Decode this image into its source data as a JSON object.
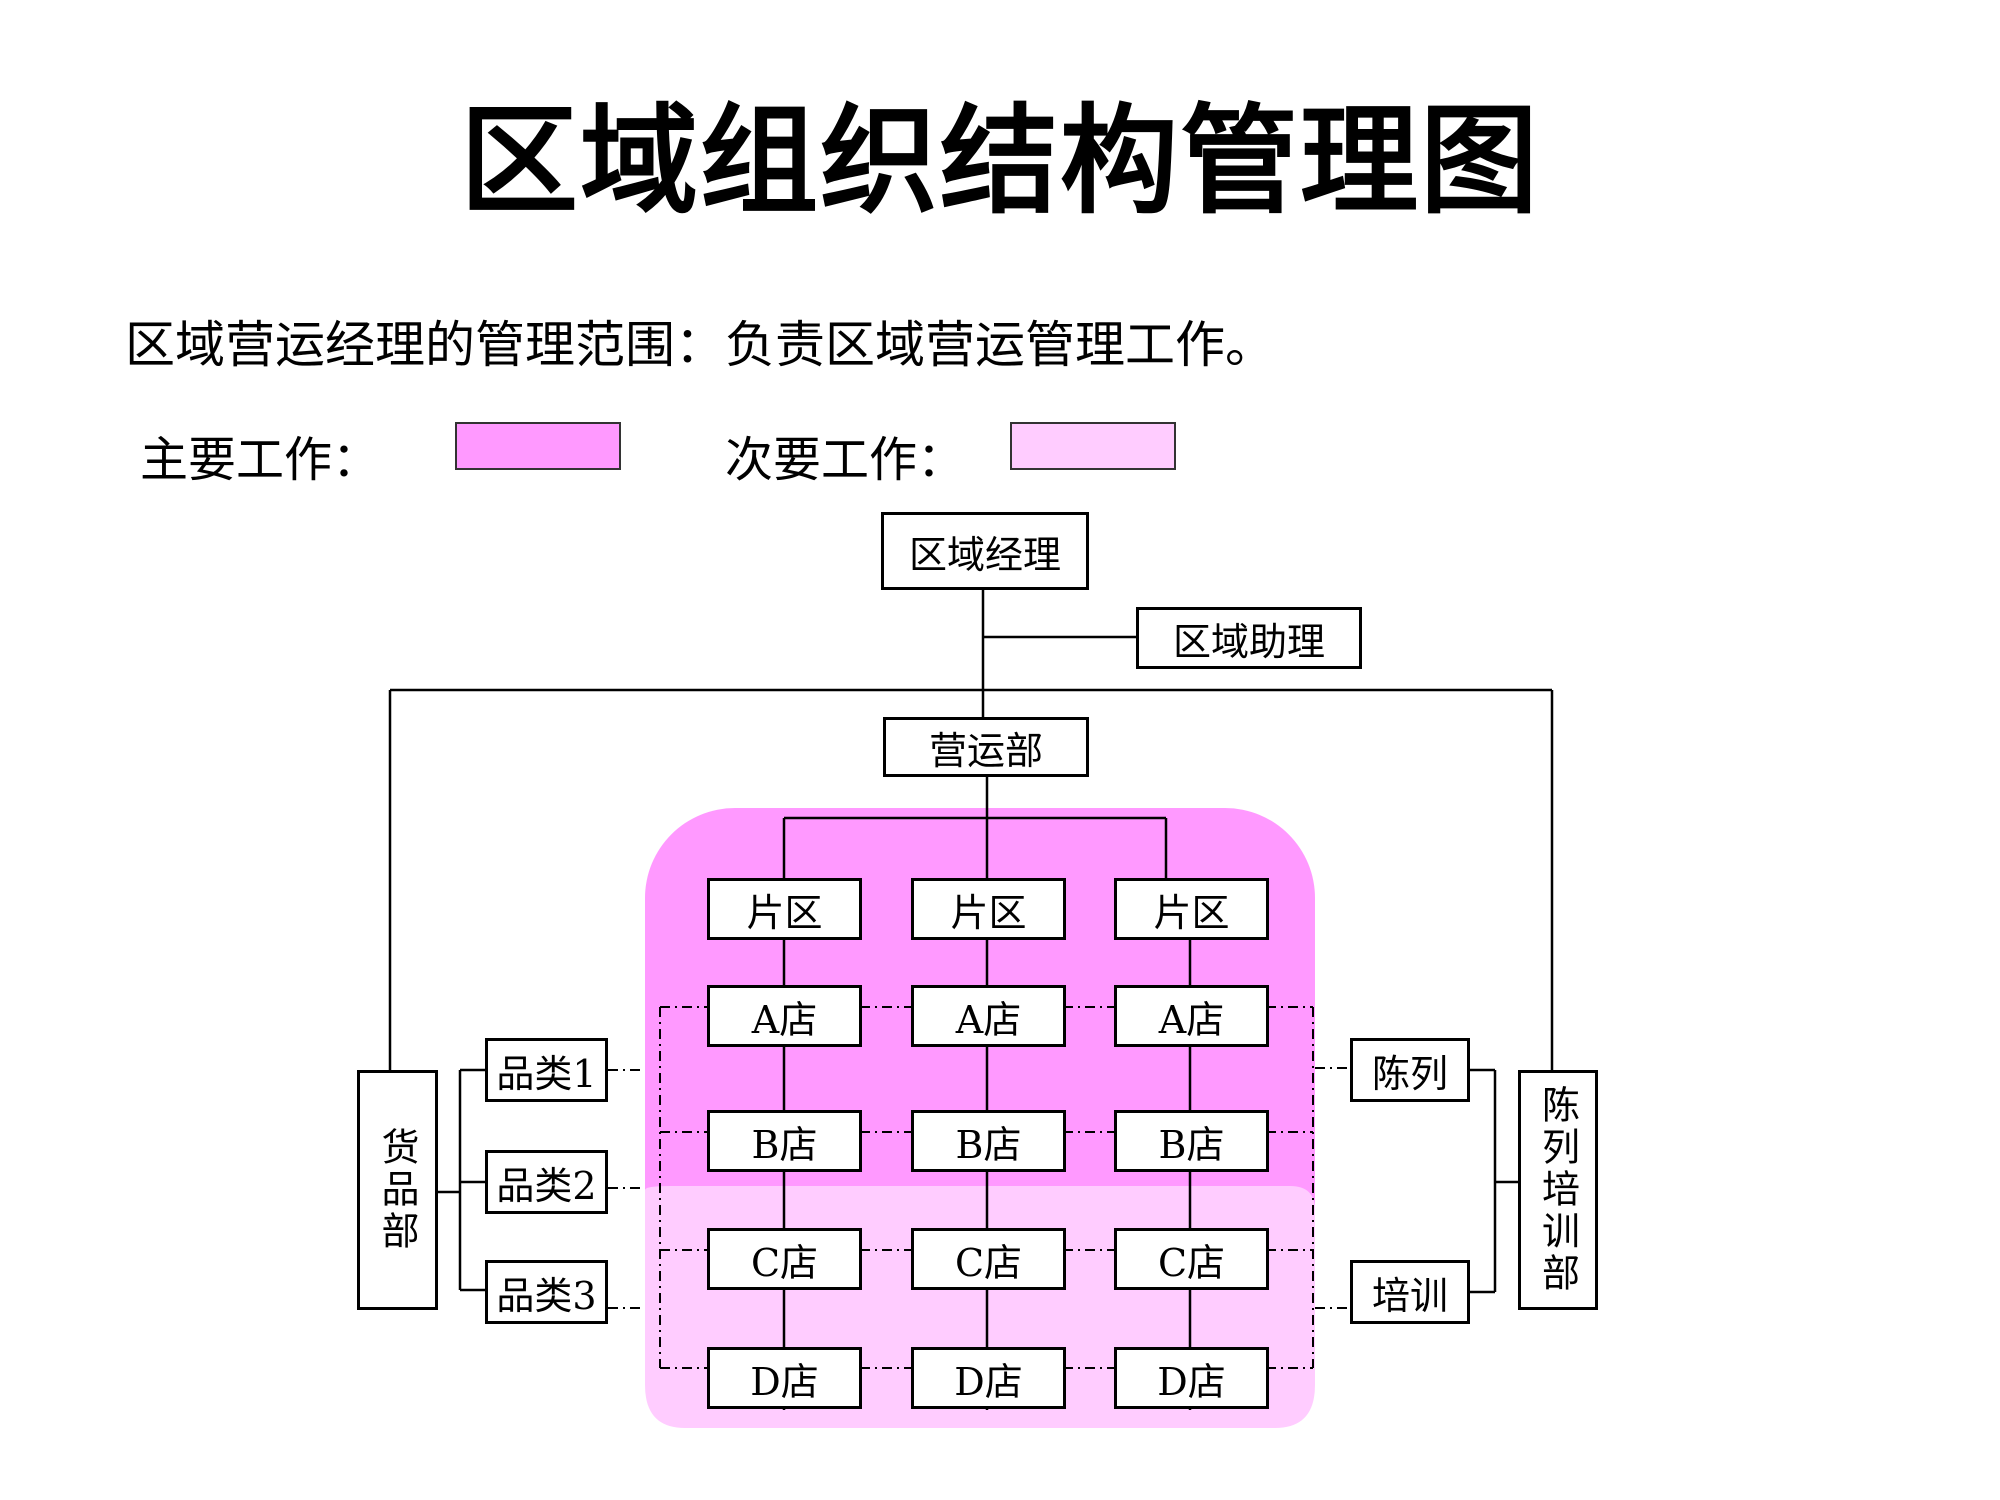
{
  "title": "区域组织结构管理图",
  "description": "区域营运经理的管理范围：负责区域营运管理工作。",
  "legend": {
    "primary_label": "主要工作：",
    "primary_color": "#ff99ff",
    "secondary_label": "次要工作：",
    "secondary_color": "#ffccff"
  },
  "nodes": {
    "region_manager": "区域经理",
    "region_assistant": "区域助理",
    "operations": "营运部",
    "merchandise": "货品部",
    "display_training_dept": "陈列培训部",
    "display": "陈列",
    "training": "培训",
    "categories": [
      "品类1",
      "品类2",
      "品类3"
    ],
    "districts": [
      "片区",
      "片区",
      "片区"
    ],
    "stores": [
      "A店",
      "B店",
      "C店",
      "D店"
    ]
  }
}
